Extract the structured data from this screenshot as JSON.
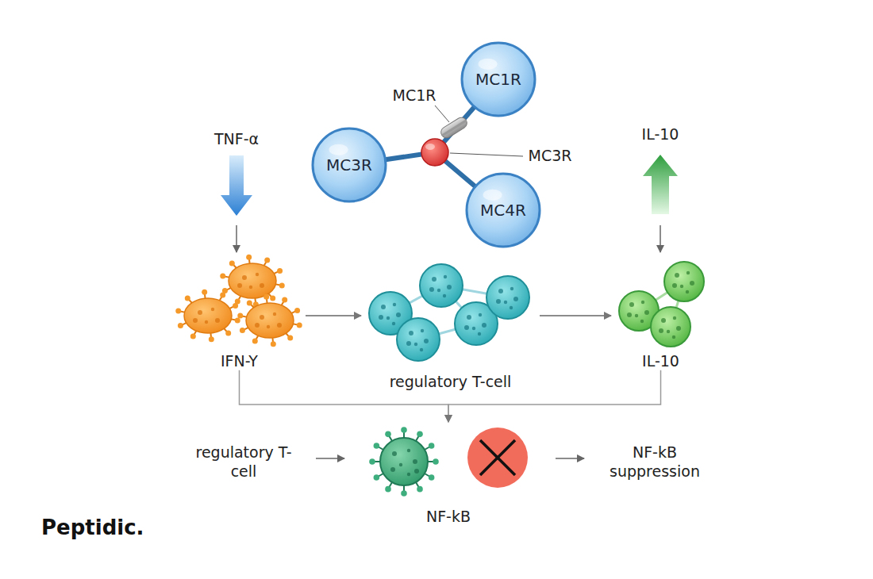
{
  "diagram": {
    "nodes": [
      {
        "text": [
          "MC1R"
        ]
      },
      {
        "text": [
          "MC3R"
        ]
      },
      {
        "text": [
          "MC4R"
        ]
      },
      {
        "text": [
          "IFN-Y"
        ]
      },
      {
        "text": [
          "regulatory T-cell"
        ]
      },
      {
        "text": [
          "IL-10"
        ]
      },
      {
        "text": [
          "NF-kB"
        ]
      }
    ],
    "edges": [
      {
        "from": 3,
        "to": 4,
        "arrow": "to"
      },
      {
        "from": 4,
        "to": 5,
        "arrow": "to"
      },
      {
        "from": 3,
        "to": 6,
        "arrow": "to"
      },
      {
        "from": 5,
        "to": 6,
        "arrow": "to"
      }
    ],
    "labels": [
      "MC1R",
      "MC3R",
      "TNF-α",
      "IL-10",
      "regulatory T-cell",
      "NF-kB suppression",
      "Peptidic."
    ]
  }
}
